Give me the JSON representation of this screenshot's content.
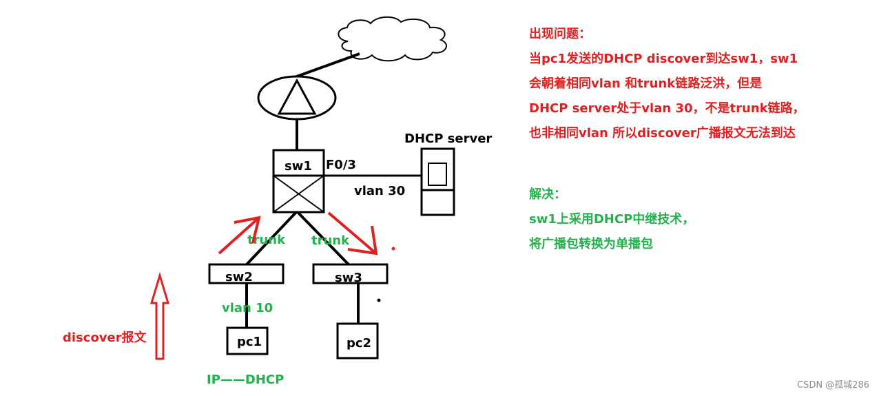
{
  "colors": {
    "red": "#e02020",
    "green": "#22b14c",
    "black": "#000000"
  },
  "icons": {
    "cloud": "internet-cloud-icon",
    "router": "router-icon",
    "switch": "switch-icon",
    "server": "server-icon"
  },
  "devices": {
    "sw1": "sw1",
    "sw2": "sw2",
    "sw3": "sw3",
    "pc1": "pc1",
    "pc2": "pc2",
    "server": "DHCP server"
  },
  "links": {
    "sw1_port": "F0/3",
    "server_vlan": "vlan 30",
    "trunk_left": "trunk",
    "trunk_right": "trunk",
    "pc1_vlan": "vlan 10"
  },
  "labels": {
    "discover": "discover报文",
    "pc1_ip": "IP——DHCP"
  },
  "problem": {
    "title": "出现问题：",
    "lines": [
      "当pc1发送的DHCP discover到达sw1，sw1",
      "会朝着相同vlan 和trunk链路泛洪，但是",
      "DHCP server处于vlan 30，不是trunk链路，",
      "也非相同vlan 所以discover广播报文无法到达"
    ]
  },
  "solution": {
    "title": "解决：",
    "lines": [
      "sw1上采用DHCP中继技术，",
      "将广播包转换为单播包"
    ]
  },
  "watermark": "CSDN @孤城286"
}
